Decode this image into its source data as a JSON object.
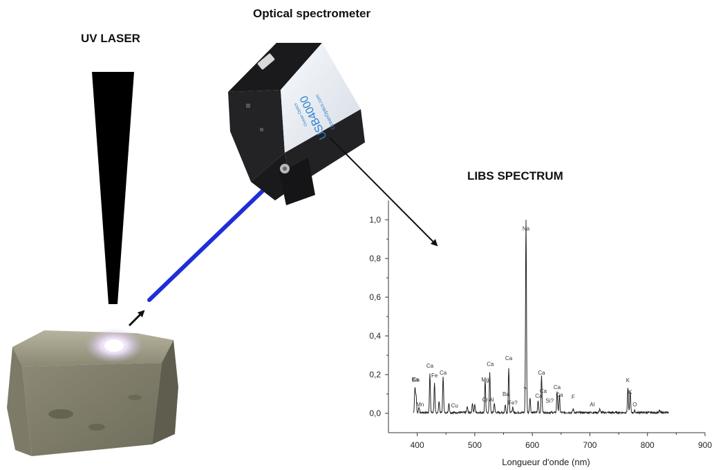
{
  "labels": {
    "uv_laser": "UV LASER",
    "optical_spectrometer": "Optical spectrometer",
    "libs_spectrum": "LIBS SPECTRUM"
  },
  "spectrometer": {
    "model": "USB4000",
    "brand": "Ocean Optics",
    "website": "OceanOptics.com"
  },
  "colors": {
    "fiber": "#1f2fd6",
    "laser_beam": "#000000",
    "spectrometer_body": "#eaeef3",
    "spectrometer_text": "#2d7fd0"
  },
  "chart_data": {
    "type": "line",
    "title": "",
    "xlabel": "Longueur d'onde (nm)",
    "ylabel": "",
    "xlim": [
      350,
      900
    ],
    "ylim": [
      -0.1,
      1.1
    ],
    "xticks": [
      400,
      500,
      600,
      700,
      800,
      900
    ],
    "yticks": [
      0.0,
      0.2,
      0.4,
      0.6,
      0.8,
      1.0
    ],
    "ytick_labels": [
      "0,0",
      "0,2",
      "0,4",
      "0,6",
      "0,8",
      "1,0"
    ],
    "peaks": [
      {
        "x": 396,
        "y": 0.13
      },
      {
        "x": 398,
        "y": 0.09
      },
      {
        "x": 403,
        "y": 0.03
      },
      {
        "x": 422,
        "y": 0.2
      },
      {
        "x": 430,
        "y": 0.15
      },
      {
        "x": 438,
        "y": 0.06
      },
      {
        "x": 445,
        "y": 0.19
      },
      {
        "x": 455,
        "y": 0.05
      },
      {
        "x": 487,
        "y": 0.03
      },
      {
        "x": 496,
        "y": 0.05
      },
      {
        "x": 500,
        "y": 0.04
      },
      {
        "x": 518,
        "y": 0.17
      },
      {
        "x": 526,
        "y": 0.21
      },
      {
        "x": 534,
        "y": 0.05
      },
      {
        "x": 553,
        "y": 0.04
      },
      {
        "x": 559,
        "y": 0.23
      },
      {
        "x": 566,
        "y": 0.03
      },
      {
        "x": 589,
        "y": 1.0
      },
      {
        "x": 596,
        "y": 0.08
      },
      {
        "x": 610,
        "y": 0.06
      },
      {
        "x": 616,
        "y": 0.19
      },
      {
        "x": 643,
        "y": 0.11
      },
      {
        "x": 647,
        "y": 0.09
      },
      {
        "x": 671,
        "y": 0.02
      },
      {
        "x": 717,
        "y": 0.02
      },
      {
        "x": 766,
        "y": 0.13
      },
      {
        "x": 770,
        "y": 0.11
      },
      {
        "x": 778,
        "y": 0.01
      },
      {
        "x": 821,
        "y": 0.01
      }
    ],
    "annotations": [
      {
        "text": "Ba",
        "x": 396,
        "y": 0.165
      },
      {
        "text": "Ca",
        "x": 398,
        "y": 0.165
      },
      {
        "text": "Mn",
        "x": 405,
        "y": 0.035
      },
      {
        "text": "Ca",
        "x": 422,
        "y": 0.235
      },
      {
        "text": "Fe",
        "x": 430,
        "y": 0.185
      },
      {
        "text": "Ca",
        "x": 445,
        "y": 0.2
      },
      {
        "text": "Cu",
        "x": 465,
        "y": 0.03
      },
      {
        "text": "Mg",
        "x": 518,
        "y": 0.165
      },
      {
        "text": "Ca",
        "x": 527,
        "y": 0.245
      },
      {
        "text": "Cr",
        "x": 518,
        "y": 0.06
      },
      {
        "text": "Al",
        "x": 529,
        "y": 0.06
      },
      {
        "text": "Ba",
        "x": 554,
        "y": 0.09
      },
      {
        "text": "Fe?",
        "x": 566,
        "y": 0.045
      },
      {
        "text": "Ca",
        "x": 559,
        "y": 0.275
      },
      {
        "text": "Na",
        "x": 589,
        "y": 0.945
      },
      {
        "text": "?",
        "x": 587,
        "y": 0.115
      },
      {
        "text": "Ca",
        "x": 616,
        "y": 0.2
      },
      {
        "text": "Ca",
        "x": 619,
        "y": 0.105
      },
      {
        "text": "Ca",
        "x": 611,
        "y": 0.08
      },
      {
        "text": "Si?",
        "x": 630,
        "y": 0.055
      },
      {
        "text": "Ca",
        "x": 643,
        "y": 0.125
      },
      {
        "text": "Ca",
        "x": 647,
        "y": 0.085
      },
      {
        "text": "F",
        "x": 671,
        "y": 0.075
      },
      {
        "text": "Al",
        "x": 704,
        "y": 0.035
      },
      {
        "text": "K",
        "x": 766,
        "y": 0.16
      },
      {
        "text": "K",
        "x": 770,
        "y": 0.1
      },
      {
        "text": "O",
        "x": 778,
        "y": 0.035
      }
    ]
  }
}
